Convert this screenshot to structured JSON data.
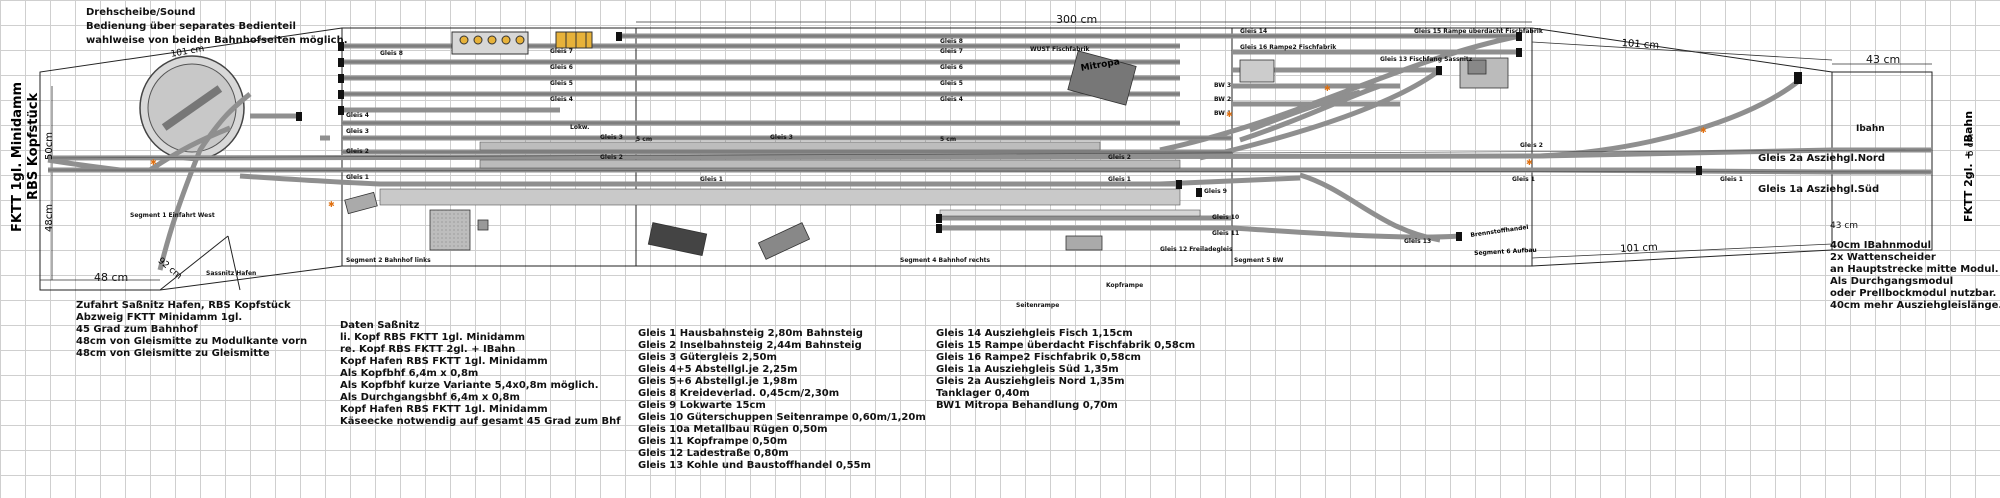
{
  "header": {
    "title": "Drehscheibe/Sound",
    "line1": "Bedienung über separates Bedienteil",
    "line2": "wahlweise von beiden Bahnhofseiten möglich."
  },
  "dims": {
    "d300": "300 cm",
    "d101a": "101 cm",
    "d43": "43 cm",
    "d101b": "101 cm",
    "d101c": "101 cm",
    "d48": "48 cm",
    "d50": "50cm",
    "d48v": "48cm",
    "d92": "92 cm",
    "d43b": "43 cm",
    "d5a": "5 cm",
    "d5b": "5 cm",
    "d5c": "5 cm"
  },
  "left": {
    "vert1": "FKTT 1gl. Minidamm",
    "vert2": "RBS Kopfstück",
    "seg1": "Segment 1 Einfahrt West",
    "hafen": "Sassnitz Hafen"
  },
  "right": {
    "vert": "FKTT 2gl. + IBahn",
    "ibahn": "Ibahn",
    "g2a": "Gleis 2a Asziehgl.Nord",
    "g1a": "Gleis 1a Asziehgl.Süd"
  },
  "segments": {
    "s2": "Segment 2 Bahnhof links",
    "s4": "Segment 4 Bahnhof rechts",
    "s5": "Segment 5 BW",
    "s6": "Segment 6 Aufbau",
    "seitenrampe": "Seitenrampe",
    "kopframpe": "Kopframpe"
  },
  "tracks": {
    "g1": "Gleis 1",
    "g2": "Gleis 2",
    "g3": "Gleis 3",
    "g4": "Gleis 4",
    "g5": "Gleis 5",
    "g6": "Gleis 6",
    "g7": "Gleis 7",
    "g8": "Gleis 8",
    "g9": "Gleis 9",
    "g10": "Gleis 10",
    "g11": "Gleis 11",
    "g12": "Gleis 12 Freiladegleis",
    "g13": "Gleis 13",
    "g13b": "Gleis 13 Fischfang Sassnitz",
    "g14": "Gleis 14",
    "g15": "Gleis 15 Rampe überdacht Fischfabrik",
    "g16": "Gleis 16 Rampe2 Fischfabrik",
    "wust": "WUST Fischfabrik",
    "mitropa": "Mitropa",
    "bw1": "BW 1",
    "bw2": "BW 2",
    "bw3": "BW 3",
    "kohle": "Brennstoffhandel",
    "lokw": "Lokw."
  },
  "notes_left": [
    "Zufahrt Saßnitz Hafen, RBS Kopfstück",
    "Abzweig FKTT Minidamm 1gl.",
    "45 Grad zum Bahnhof",
    "48cm von Gleismitte zu Modulkante vorn",
    "48cm von Gleismitte zu Gleismitte"
  ],
  "notes_daten": [
    "Daten Saßnitz",
    "li. Kopf RBS FKTT 1gl. Minidamm",
    "re. Kopf RBS FKTT 2gl. + IBahn",
    "Kopf Hafen RBS FKTT 1gl. Minidamm",
    "Als Kopfbhf  6,4m x 0,8m",
    "Als Kopfbhf kurze Variante 5,4x0,8m möglich.",
    "Als Durchgangsbhf 6,4m x 0,8m",
    "Kopf Hafen RBS FKTT 1gl. Minidamm",
    "Käseecke notwendig auf gesamt 45 Grad zum Bhf"
  ],
  "notes_gleis": [
    "Gleis 1 Hausbahnsteig 2,80m Bahnsteig",
    "Gleis 2 Inselbahnsteig 2,44m Bahnsteig",
    "Gleis 3 Gütergleis 2,50m",
    "Gleis 4+5 Abstellgl.je 2,25m",
    "Gleis 5+6 Abstellgl.je 1,98m",
    "Gleis 8 Kreideverlad. 0,45cm/2,30m",
    "Gleis 9 Lokwarte 15cm",
    "Gleis 10 Güterschuppen Seitenrampe 0,60m/1,20m",
    "Gleis 10a Metallbau Rügen 0,50m",
    "Gleis 11 Kopframpe 0,50m",
    "Gleis 12 Ladestraße 0,80m",
    "Gleis 13 Kohle und Baustoffhandel 0,55m"
  ],
  "notes_gleis2": [
    "Gleis 14 Ausziehgleis Fisch 1,15cm",
    "Gleis 15 Rampe überdacht Fischfabrik 0,58cm",
    "Gleis 16 Rampe2 Fischfabrik 0,58cm",
    "Gleis 1a Ausziehgleis Süd 1,35m",
    "Gleis 2a Ausziehgleis Nord 1,35m",
    "Tanklager 0,40m",
    "BW1 Mitropa Behandlung 0,70m"
  ],
  "notes_right": [
    "40cm IBahnmodul",
    "2x Wattenscheider",
    "an Hauptstrecke mitte Modul.",
    "Als Durchgangsmodul",
    "oder Prellbockmodul nutzbar.",
    "40cm mehr Ausziehgleislänge."
  ],
  "colors": {
    "track": "#9a9a9a",
    "trackEdge": "#555555",
    "bumper": "#111111",
    "building": "#cfcfcf",
    "accent": "#e07010",
    "yellow": "#e7b23a"
  }
}
